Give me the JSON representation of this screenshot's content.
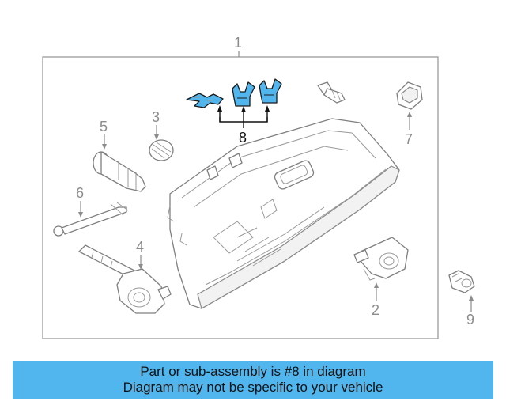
{
  "diagram": {
    "labels": {
      "p1": "1",
      "p2": "2",
      "p3": "3",
      "p4": "4",
      "p5": "5",
      "p6": "6",
      "p7": "7",
      "p8": "8",
      "p9": "9"
    },
    "highlight_color": "#52b6ee",
    "highlighted_part": "8"
  },
  "banner": {
    "line1": "Part or sub-assembly is #8 in diagram",
    "line2": "Diagram may not be specific to your vehicle",
    "color": "#52b6ee"
  }
}
